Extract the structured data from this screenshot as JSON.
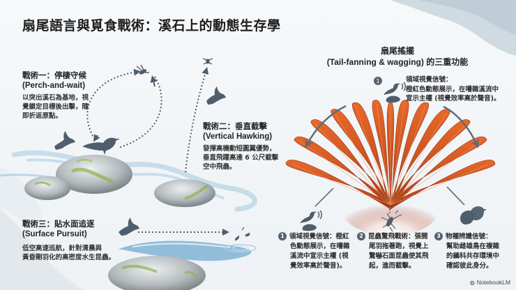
{
  "title": "扇尾語言與覓食戰術：溪石上的動態生存學",
  "tactics": [
    {
      "heading": "戰術一：停棲守候",
      "english": "(Perch-and-wait)",
      "description_lines": [
        "以突出溪石為基地，視",
        "覺鎖定目標後出擊，隨",
        "即折返原點。"
      ]
    },
    {
      "heading": "戰術二：垂直截擊",
      "english": "(Vertical Hawking)",
      "description_lines": [
        "發揮高機動短圓翼優勢，",
        "垂直飛躍高達 6 公尺截擊",
        "空中飛蟲。"
      ]
    },
    {
      "heading": "戰術三：貼水面追逐",
      "english": "(Surface Pursuit)",
      "description_lines": [
        "低空高速巡航，針對清晨與",
        "黃昏剛羽化的高密度水生昆蟲。"
      ]
    }
  ],
  "tail_fanning": {
    "title_line1": "扇尾搖擺",
    "title_line2": "(Tail-fanning & wagging) 的三重功能",
    "top_callout": {
      "number": "1",
      "icon": "bird-signal-icon",
      "lines": [
        "領域視覺信號：",
        "橙紅色動態展示，在嘈雜溪流中",
        "宣示主權 (視覺效率高於聲音)。"
      ]
    },
    "functions": [
      {
        "number": "1",
        "icon": "bird-signal-icon",
        "lines": [
          "領域視覺信號：橙紅",
          "色動態展示，在嘈雜",
          "溪流中宣示主權 (視",
          "覺效率高於聲音)。"
        ]
      },
      {
        "number": "2",
        "icon": "insect-flush-icon",
        "lines": [
          "昆蟲驚飛戰術：張開",
          "尾羽拖著跑，視覺上",
          "驚嚇石面昆蟲使其飛",
          "起，進而截擊。"
        ]
      },
      {
        "number": "3",
        "icon": "two-birds-icon",
        "lines": [
          "物種辨識信號：",
          "幫助雌雄鳥在複雜",
          "的鶲科共存環境中",
          "確認彼此身分。"
        ]
      }
    ]
  },
  "colors": {
    "tail_orange": "#d8551f",
    "tail_dark": "#a8391a",
    "icon_slate": "#4f5e6c",
    "water_blue": "#7fb3d3",
    "stone_gray": "#9ea4a8",
    "moss_green": "#8fb24a"
  },
  "brand": {
    "logo": "notebooklm-logo",
    "label": "NotebookLM"
  }
}
